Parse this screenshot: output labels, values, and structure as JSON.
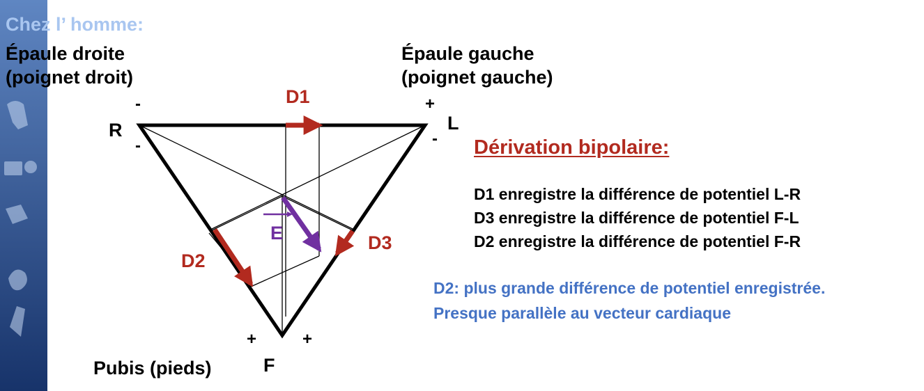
{
  "heading": "Chez l’ homme:",
  "vertices": {
    "right_shoulder": [
      "Épaule droite",
      "(poignet droit)"
    ],
    "left_shoulder": [
      "Épaule gauche",
      "(poignet gauche)"
    ],
    "pubis": "Pubis (pieds)"
  },
  "electrodes": {
    "R": "R",
    "L": "L",
    "F": "F"
  },
  "signs": {
    "r_top": "-",
    "r_bottom": "-",
    "l_top": "+",
    "l_bottom": "-",
    "f_left": "+",
    "f_right": "+"
  },
  "leads": {
    "d1": "D1",
    "d2": "D2",
    "d3": "D3"
  },
  "vector": "E",
  "section_title": "Dérivation bipolaire:",
  "descriptions": [
    "D1 enregistre la différence de potentiel L-R",
    "D3 enregistre la différence de potentiel F-L",
    "D2 enregistre la différence de potentiel F-R"
  ],
  "note": "D2: plus grande différence de potentiel enregistrée. Presque parallèle au vecteur cardiaque",
  "colors": {
    "lead_arrow": "#b22a1f",
    "vector_arrow": "#7030a0",
    "note_text": "#4472c4",
    "heading_text": "#a9c6f0",
    "strip": "#1f3f7a"
  }
}
